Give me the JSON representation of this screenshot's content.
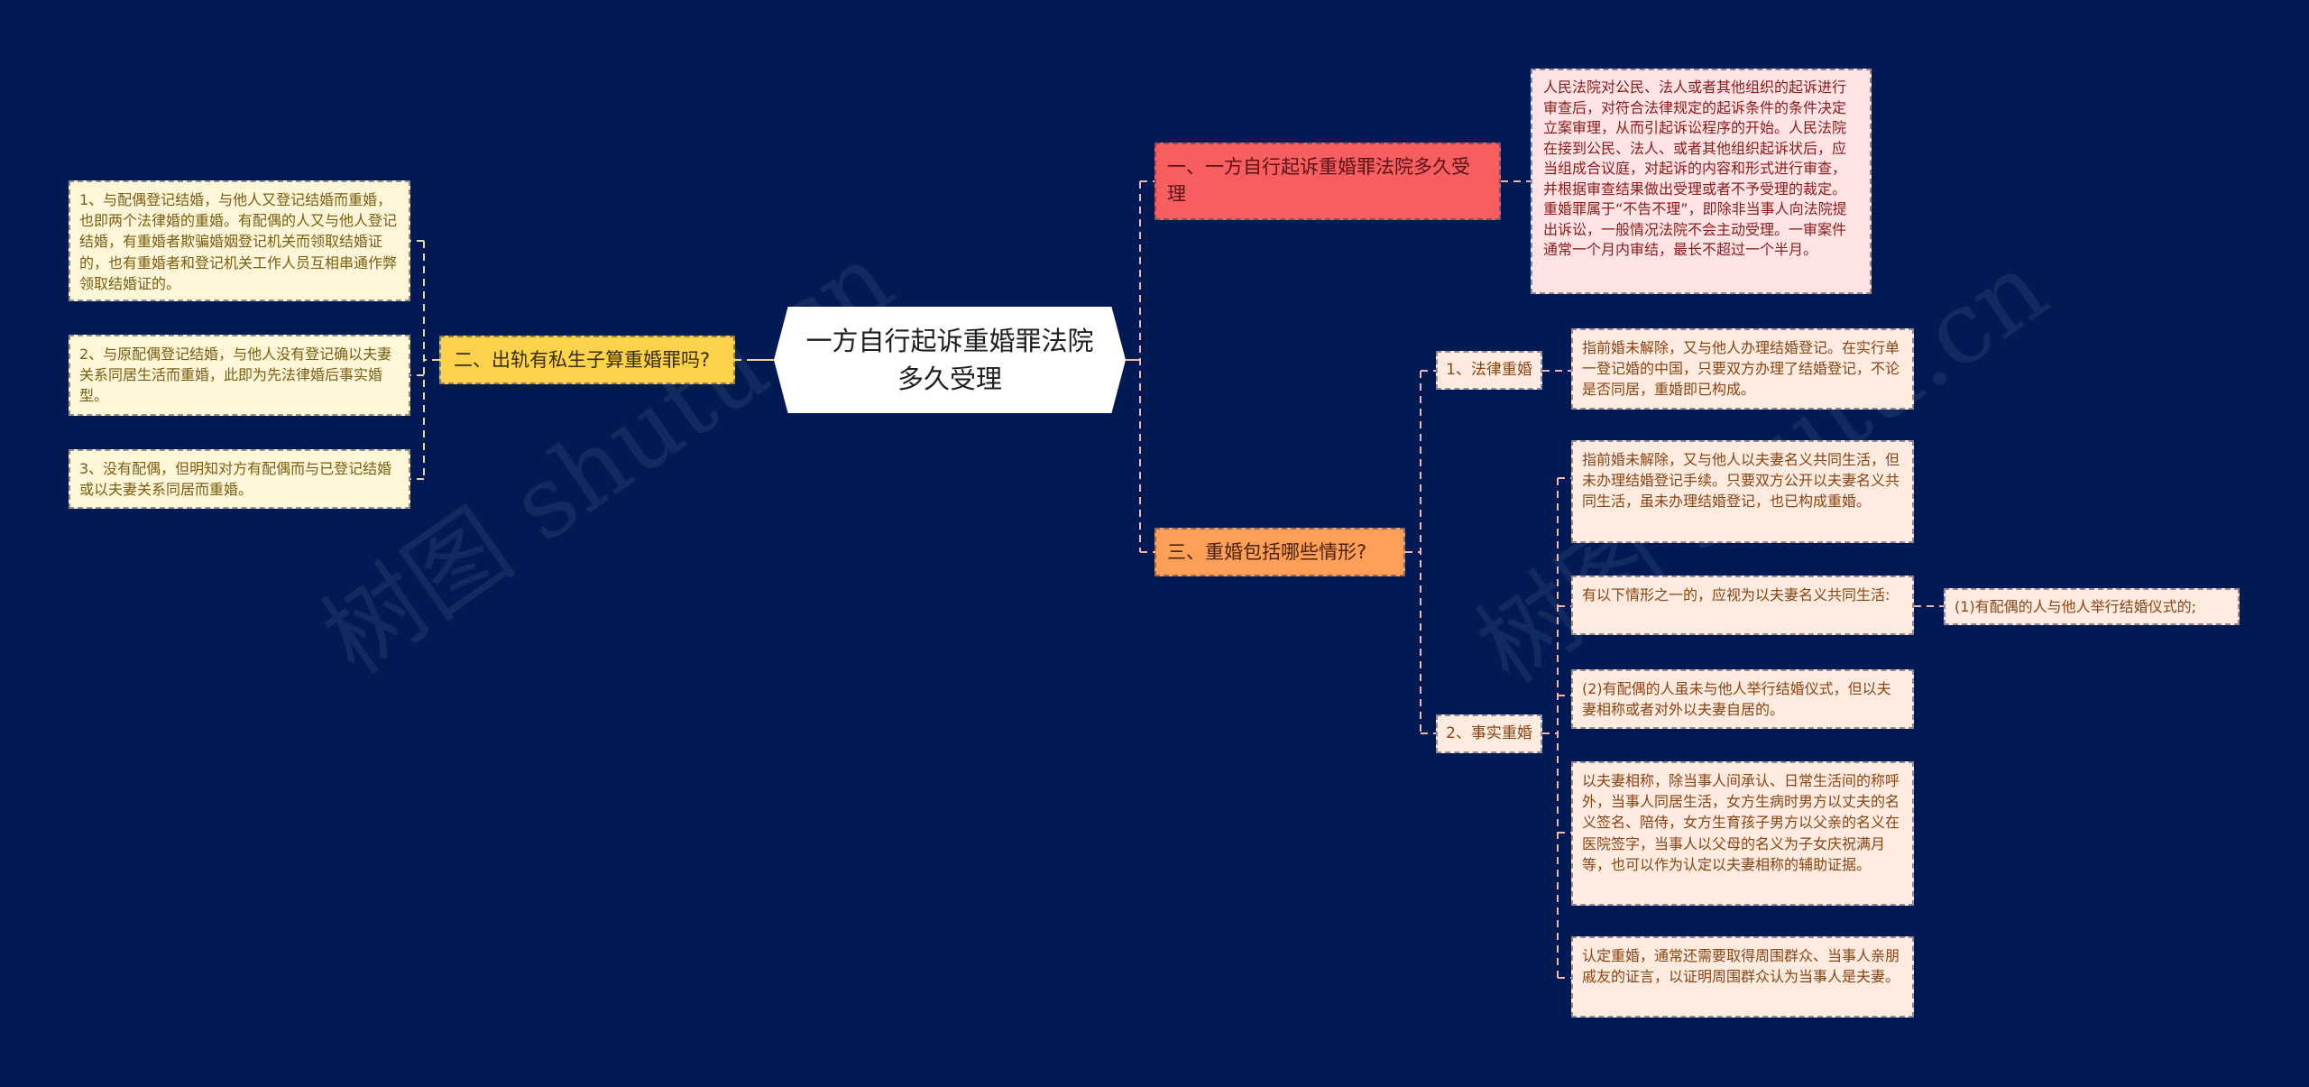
{
  "root": {
    "title": "一方自行起诉重婚罪法院多久受理"
  },
  "left_branch": {
    "label": "二、出轨有私生子算重婚罪吗?",
    "color": "#fbd249",
    "children": [
      {
        "text": "1、与配偶登记结婚，与他人又登记结婚而重婚，也即两个法律婚的重婚。有配偶的人又与他人登记结婚，有重婚者欺骗婚姻登记机关而领取结婚证的，也有重婚者和登记机关工作人员互相串通作弊领取结婚证的。"
      },
      {
        "text": "2、与原配偶登记结婚，与他人没有登记确以夫妻关系同居生活而重婚，此即为先法律婚后事实婚型。"
      },
      {
        "text": "3、没有配偶，但明知对方有配偶而与已登记结婚或以夫妻关系同居而重婚。"
      }
    ]
  },
  "right_branch_1": {
    "label": "一、一方自行起诉重婚罪法院多久受理",
    "color": "#f65e5f",
    "detail": "人民法院对公民、法人或者其他组织的起诉进行审查后，对符合法律规定的起诉条件的条件决定立案审理，从而引起诉讼程序的开始。人民法院在接到公民、法人、或者其他组织起诉状后，应当组成合议庭，对起诉的内容和形式进行审查，并根据审查结果做出受理或者不予受理的裁定。重婚罪属于“不告不理”，即除非当事人向法院提出诉讼，一般情况法院不会主动受理。一审案件通常一个月内审结，最长不超过一个半月。"
  },
  "right_branch_3": {
    "label": "三、重婚包括哪些情形?",
    "color": "#fd9f56",
    "sub": [
      {
        "label": "1、法律重婚",
        "detail": "指前婚未解除，又与他人办理结婚登记。在实行单一登记婚的中国，只要双方办理了结婚登记，不论是否同居，重婚即已构成。"
      },
      {
        "label": "2、事实重婚",
        "details": [
          "指前婚未解除，又与他人以夫妻名义共同生活，但未办理结婚登记手续。只要双方公开以夫妻名义共同生活，虽未办理结婚登记，也已构成重婚。",
          "有以下情形之一的，应视为以夫妻名义共同生活:",
          "(2)有配偶的人虽未与他人举行结婚仪式，但以夫妻相称或者对外以夫妻自居的。",
          "以夫妻相称，除当事人间承认、日常生活间的称呼外，当事人同居生活，女方生病时男方以丈夫的名义签名、陪侍，女方生育孩子男方以父亲的名义在医院签字，当事人以父母的名义为子女庆祝满月等，也可以作为认定以夫妻相称的辅助证据。",
          "认定重婚，通常还需要取得周围群众、当事人亲朋戚友的证言，以证明周围群众认为当事人是夫妻。"
        ],
        "subdetail": "(1)有配偶的人与他人举行结婚仪式的;"
      }
    ]
  },
  "watermarks": [
    "树图 shutu.cn",
    "树图 shutu.cn"
  ],
  "colors": {
    "background": "#021a54",
    "connector_left": "#e8d79a",
    "connector_right": "#f0b8a8"
  }
}
